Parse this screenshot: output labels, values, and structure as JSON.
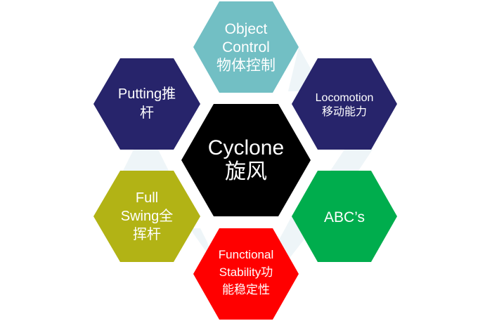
{
  "center": {
    "lines": [
      "Cyclone",
      "旋风"
    ],
    "color": "#000000"
  },
  "nodes": [
    {
      "id": "object-control",
      "lines": [
        "Object",
        "Control",
        "物体控制"
      ],
      "color": "#72BFC4"
    },
    {
      "id": "locomotion",
      "lines": [
        "Locomotion",
        "移动能力"
      ],
      "color": "#27246B"
    },
    {
      "id": "abcs",
      "lines": [
        "ABC’s"
      ],
      "color": "#00AD4D"
    },
    {
      "id": "functional-stability",
      "lines": [
        "Functional",
        "Stability功",
        "能稳定性"
      ],
      "color": "#FF0000"
    },
    {
      "id": "full-swing",
      "lines": [
        "Full",
        "Swing全",
        "挥杆"
      ],
      "color": "#B2B315"
    },
    {
      "id": "putting",
      "lines": [
        "Putting推",
        "杆"
      ],
      "color": "#27246B"
    }
  ],
  "connector_color": "#EEF5F8"
}
